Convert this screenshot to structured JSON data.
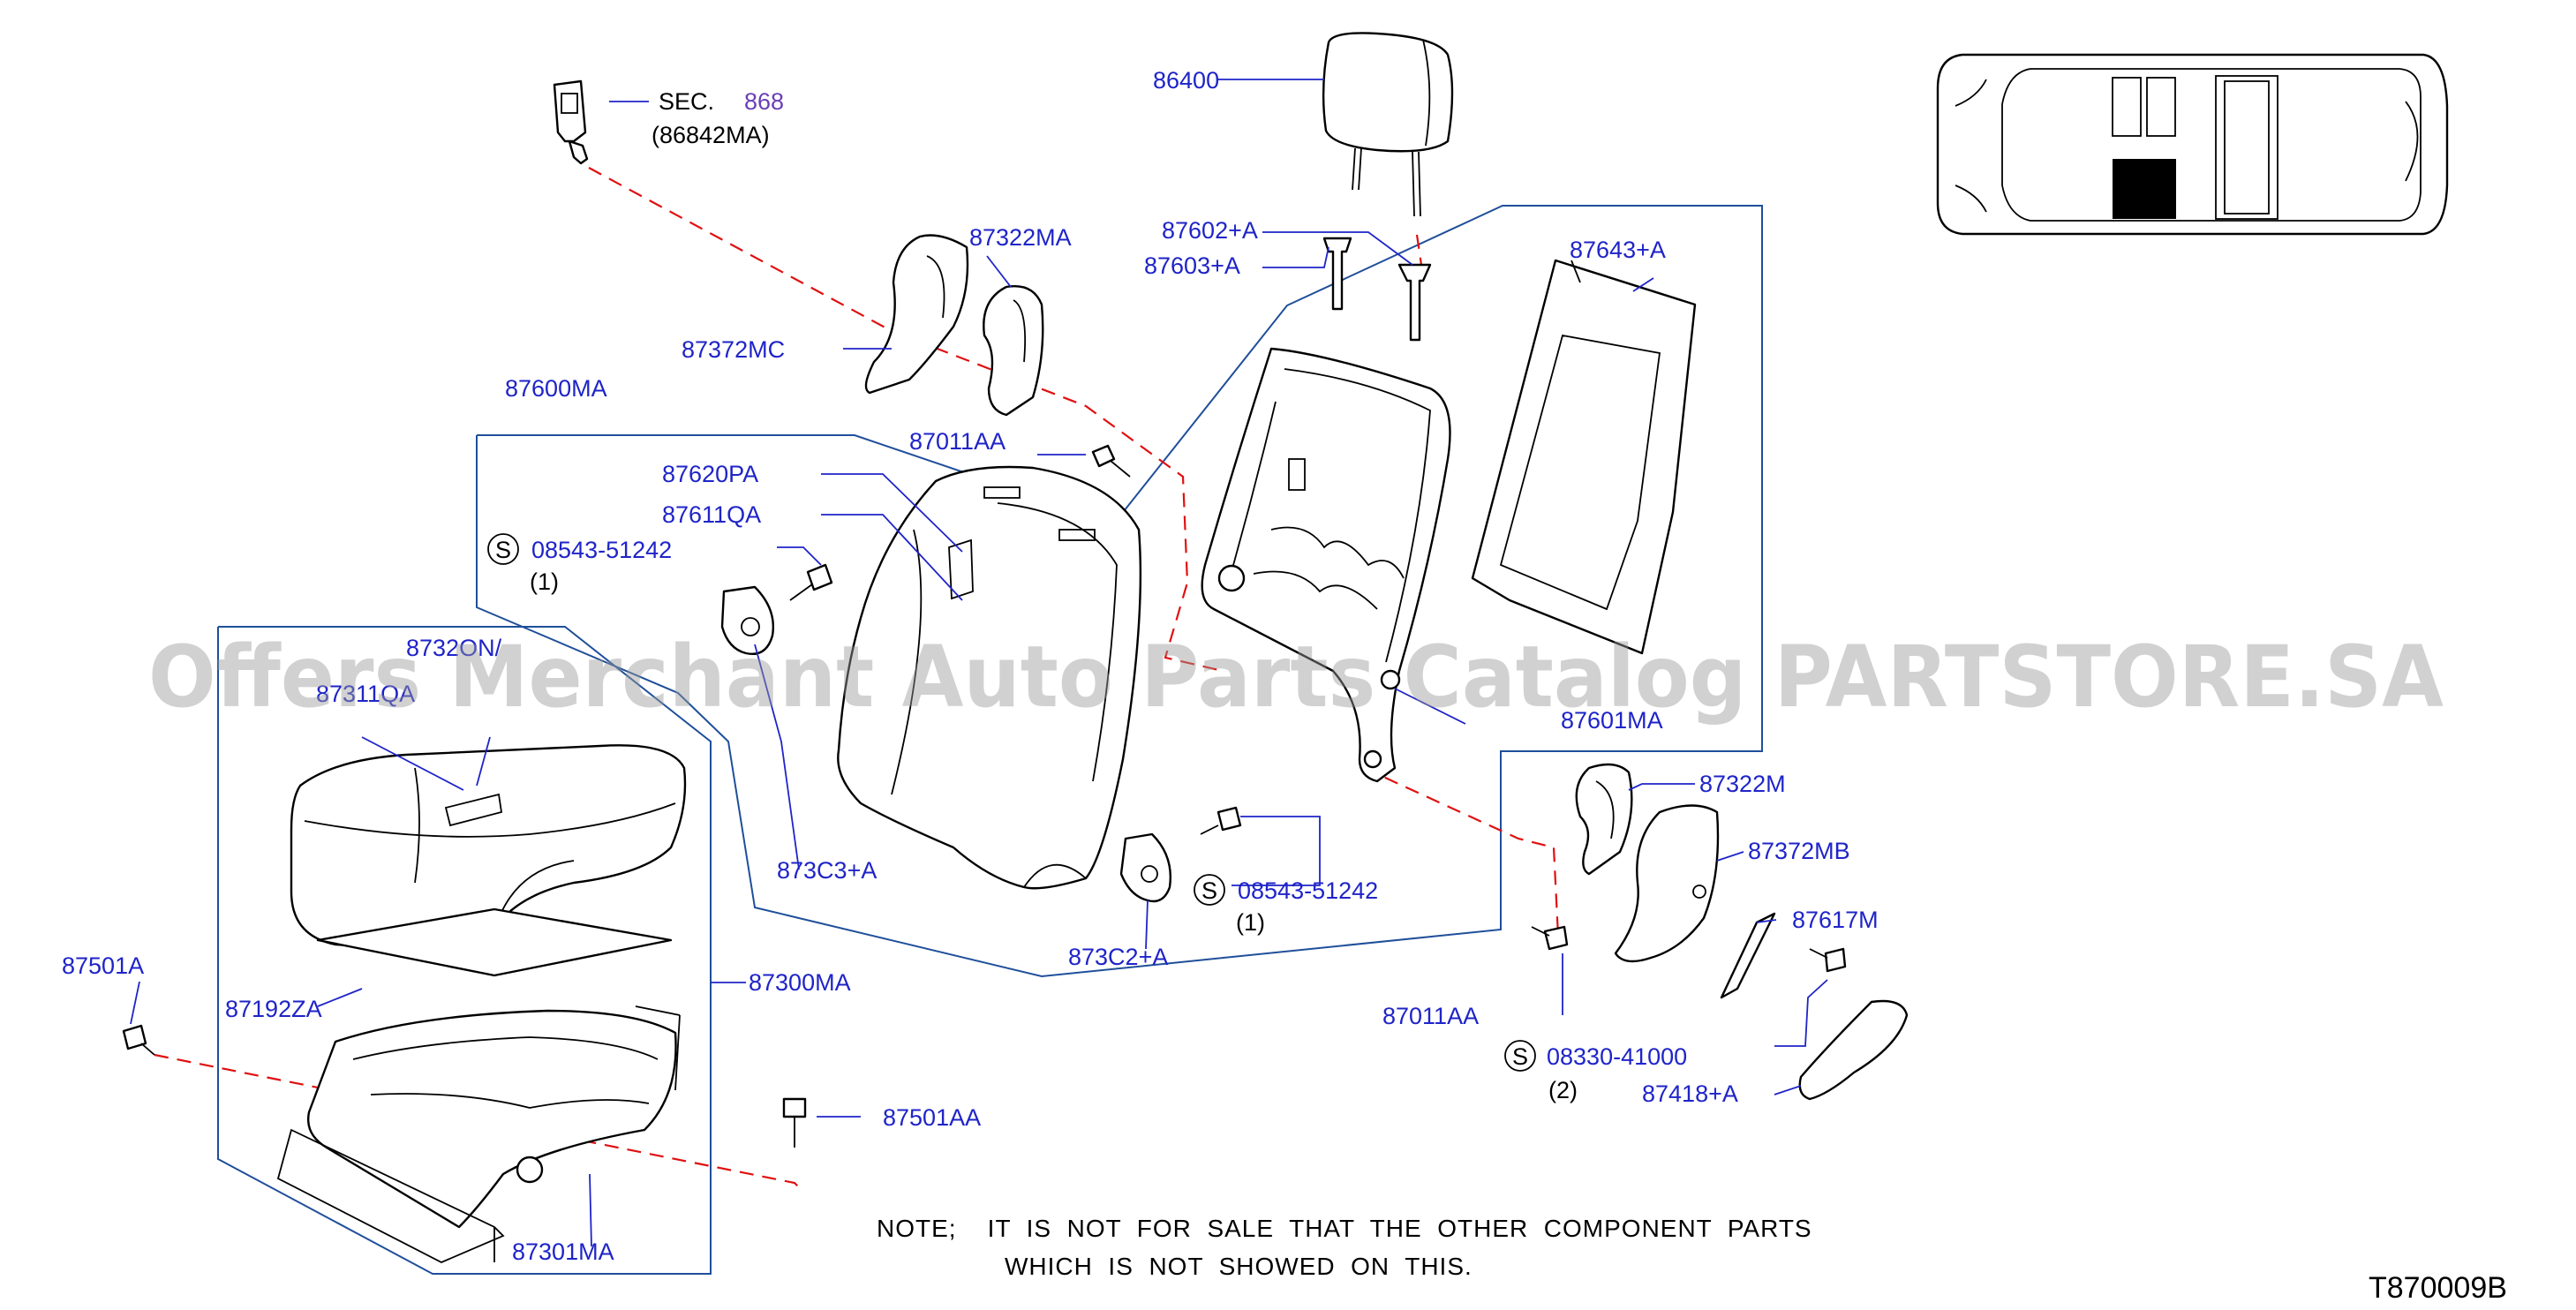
{
  "diagram": {
    "colors": {
      "label": "#1f24c8",
      "frame": "#1f4f9a",
      "dash": "#e01010",
      "line": "#000000"
    },
    "labels": {
      "p86400": "86400",
      "sec": "SEC.",
      "sec_num": "868",
      "sec_sub": "(86842MA)",
      "p87322MA": "87322MA",
      "p87372MC": "87372MC",
      "p87602A": "87602+A",
      "p87603A": "87603+A",
      "p87643A": "87643+A",
      "p87600MA": "87600MA",
      "p87011AA_top": "87011AA",
      "p87620PA": "87620PA",
      "p87611QA": "87611QA",
      "s_symbol_1": "S",
      "p08543_1": "08543-51242",
      "q1_a": "(1)",
      "p8732ON": "8732ON/",
      "p87311QA": "87311QA",
      "p873C3A": "873C3+A",
      "p87601MA": "87601MA",
      "p87322M": "87322M",
      "p87372MB": "87372MB",
      "s_symbol_2": "S",
      "p08543_2": "08543-51242",
      "q1_b": "(1)",
      "p873C2A": "873C2+A",
      "p87617M": "87617M",
      "p87501A": "87501A",
      "p87192ZA": "87192ZA",
      "p87300MA": "87300MA",
      "p87011AA_bot": "87011AA",
      "s_symbol_3": "S",
      "p08330": "08330-41000",
      "q2": "(2)",
      "p87418A": "87418+A",
      "p87501AA": "87501AA",
      "p87301MA": "87301MA"
    },
    "note_line1": "NOTE;    IT  IS  NOT  FOR  SALE  THAT  THE  OTHER  COMPONENT  PARTS",
    "note_line2": "WHICH  IS  NOT  SHOWED  ON  THIS.",
    "ref_code": "T870009B",
    "watermark": "Offers Merchant Auto Parts Catalog PARTSTORE.SA"
  }
}
